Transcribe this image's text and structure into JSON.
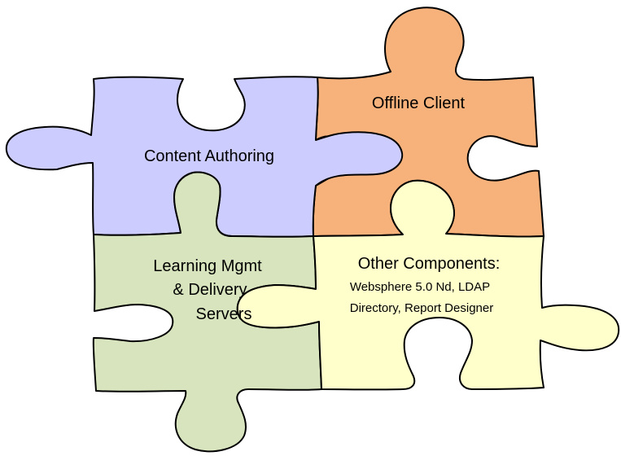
{
  "pieces": {
    "content_authoring": {
      "label": "Content Authoring",
      "color": "#ccccff"
    },
    "offline_client": {
      "label": "Offline Client",
      "color": "#f7b27c"
    },
    "learning_mgmt": {
      "lines": [
        "Learning Mgmt",
        "& Delivery",
        "Servers"
      ],
      "color": "#d7e4bd"
    },
    "other_components": {
      "title": "Other Components:",
      "details": [
        "Websphere 5.0 Nd, LDAP",
        "Directory, Report Designer"
      ],
      "color": "#ffffcc"
    }
  },
  "outline_color": "#000000"
}
